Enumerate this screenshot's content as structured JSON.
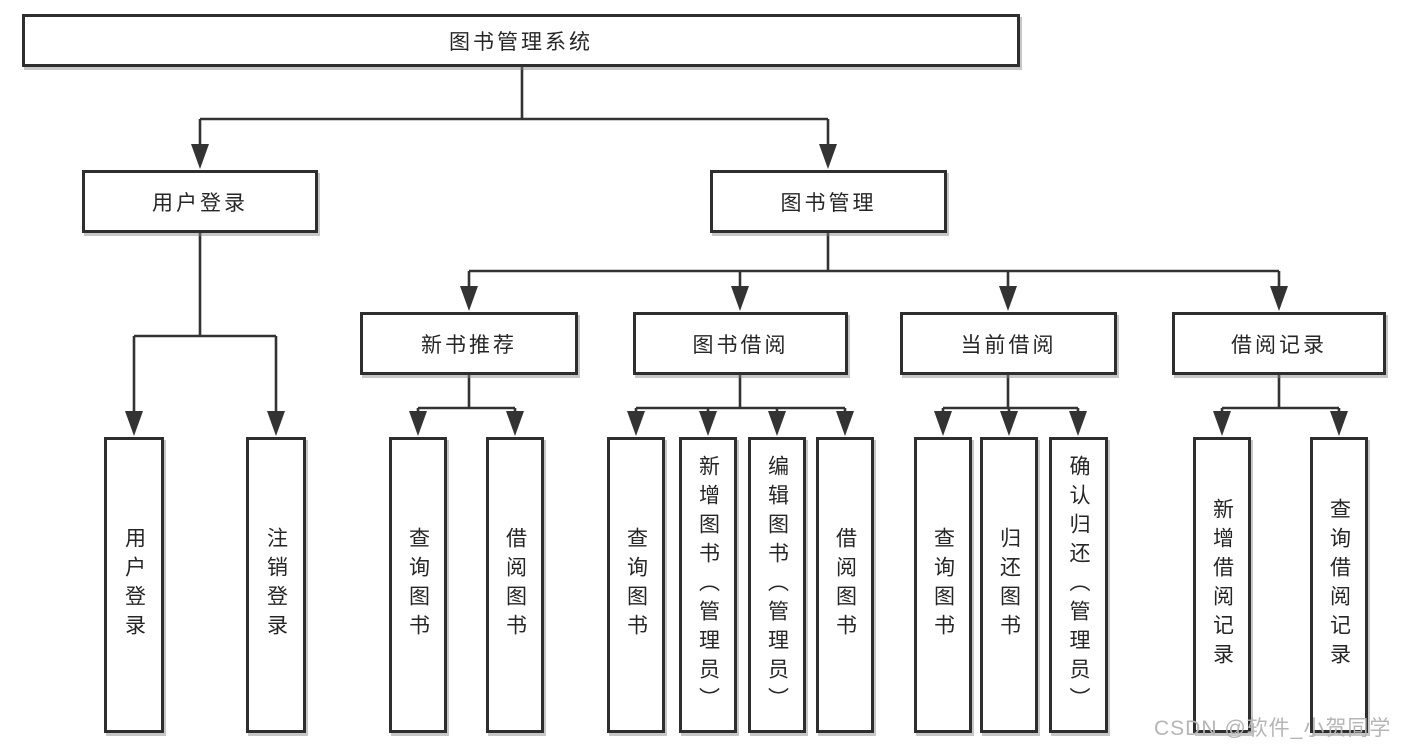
{
  "diagram": {
    "type": "hierarchy-tree",
    "tree": {
      "root": {
        "label": "图书管理系统"
      },
      "children": [
        {
          "label": "用户登录",
          "children": [
            {
              "label": "用户登录"
            },
            {
              "label": "注销登录"
            }
          ]
        },
        {
          "label": "图书管理",
          "children": [
            {
              "label": "新书推荐",
              "children": [
                {
                  "label": "查询图书"
                },
                {
                  "label": "借阅图书"
                }
              ]
            },
            {
              "label": "图书借阅",
              "children": [
                {
                  "label": "查询图书"
                },
                {
                  "label": "新增图书（管理员）"
                },
                {
                  "label": "编辑图书（管理员）"
                },
                {
                  "label": "借阅图书"
                }
              ]
            },
            {
              "label": "当前借阅",
              "children": [
                {
                  "label": "查询图书"
                },
                {
                  "label": "归还图书"
                },
                {
                  "label": "确认归还（管理员）"
                }
              ]
            },
            {
              "label": "借阅记录",
              "children": [
                {
                  "label": "新增借阅记录"
                },
                {
                  "label": "查询借阅记录"
                }
              ]
            }
          ]
        }
      ]
    },
    "watermark": "CSDN @软件_小贺同学",
    "colors": {
      "background": "#ffffff",
      "line": "#333333",
      "box_border": "#2e2e2e",
      "text": "#262626",
      "watermark": "#b5b5b5"
    }
  }
}
